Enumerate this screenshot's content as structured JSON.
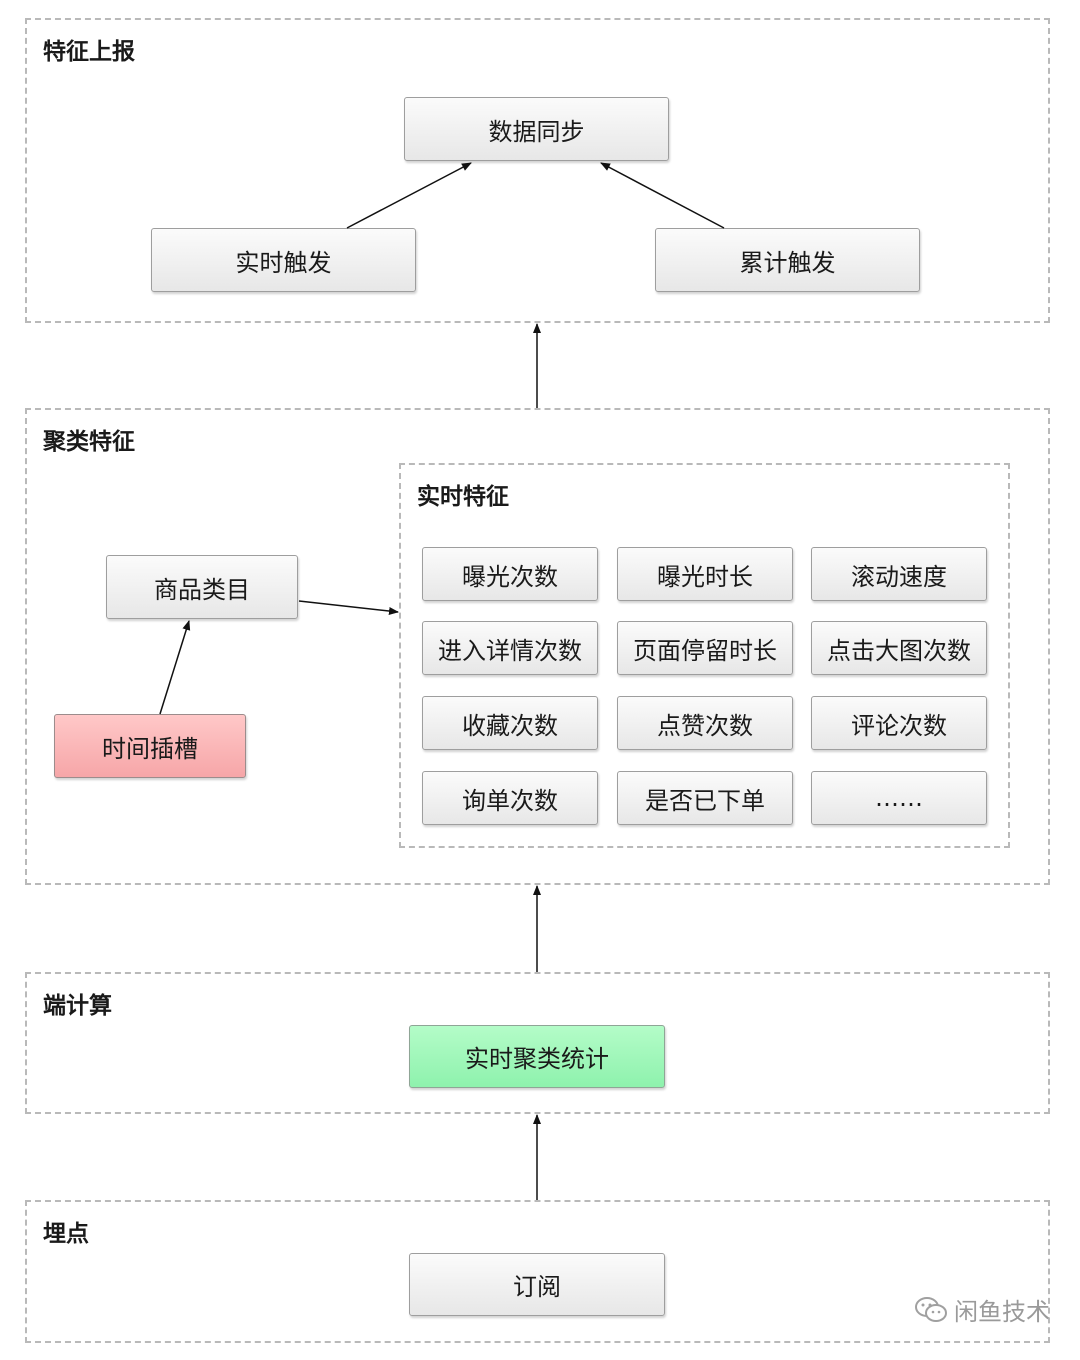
{
  "groups": {
    "report": {
      "title": "特征上报",
      "data_sync": "数据同步",
      "realtime_trigger": "实时触发",
      "cumulative_trigger": "累计触发"
    },
    "cluster": {
      "title": "聚类特征",
      "item_category": "商品类目",
      "time_slot": "时间插槽",
      "realtime": {
        "title": "实时特征",
        "features": [
          "曝光次数",
          "曝光时长",
          "滚动速度",
          "进入详情次数",
          "页面停留时长",
          "点击大图次数",
          "收藏次数",
          "点赞次数",
          "评论次数",
          "询单次数",
          "是否已下单",
          "……"
        ]
      }
    },
    "edge": {
      "title": "端计算",
      "realtime_stats": "实时聚类统计"
    },
    "tracking": {
      "title": "埋点",
      "subscribe": "订阅"
    }
  },
  "watermark": {
    "icon": "wechat-icon",
    "text": "闲鱼技术"
  },
  "colors": {
    "time_slot": "#f7aeb0",
    "realtime_stats": "#9ef7b8",
    "node": "#eeeeee",
    "border": "#b9b9b9"
  }
}
